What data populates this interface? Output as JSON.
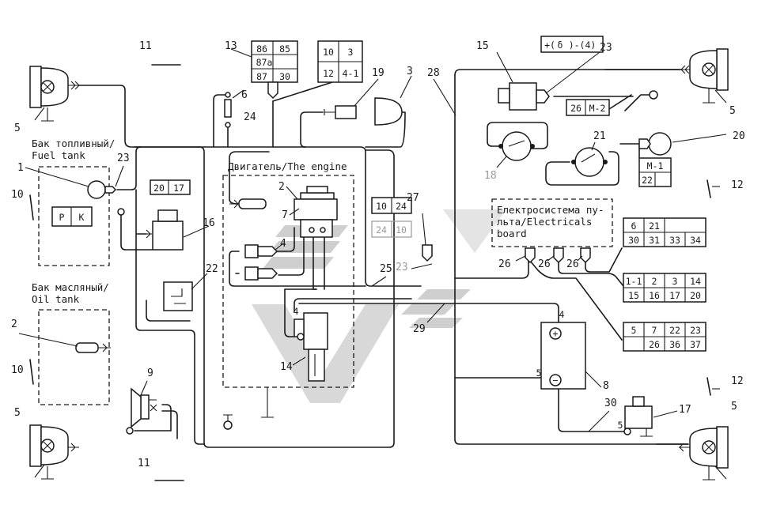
{
  "labels": {
    "fuel_tank": [
      "Бак топливный/",
      "Fuel tank"
    ],
    "oil_tank": [
      "Бак масляный/",
      "Oil tank"
    ],
    "engine": "Двигатель/The engine",
    "electrical_board": [
      "Електросистема пу-",
      "льта/Electricals",
      "board"
    ]
  },
  "connectors": {
    "relay_86": "86",
    "relay_85": "85",
    "relay_87a": "87a",
    "relay_87": "87",
    "relay_30": "30",
    "c24_10": "10",
    "c24_3": "3",
    "c24_12": "12",
    "c24_41": "4-1",
    "top_plus": "+(",
    "top_sym": "δ",
    "top_minus": ")-(4)",
    "c15_26": "26",
    "c15_m2": "M-2",
    "c20_m1": "M-1",
    "c20_22": "22",
    "fuel_20": "20",
    "fuel_17": "17",
    "tankP": "P",
    "tankK": "K",
    "c27_10": "10",
    "c27_24": "24",
    "c23_24": "24",
    "c23_10": "10",
    "b1_6": "6",
    "b1_21": "21",
    "b1_30": "30",
    "b1_31": "31",
    "b1_33": "33",
    "b1_34": "34",
    "b2_11": "1-1",
    "b2_2": "2",
    "b2_3": "3",
    "b2_14": "14",
    "b2_15": "15",
    "b2_16": "16",
    "b2_17": "17",
    "b2_20": "20",
    "b3_5": "5",
    "b3_7": "7",
    "b3_22": "22",
    "b3_23": "23",
    "b3_26": "26",
    "b3_36": "36",
    "b3_37": "37",
    "batt_4": "4",
    "batt_5": "5",
    "batt_plus": "+",
    "batt_minus": "−",
    "mass_5": "5",
    "starter_4": "4"
  },
  "callouts": {
    "n1": "1",
    "n2a": "2",
    "n2b": "2",
    "n3": "3",
    "n4": "4",
    "n5a": "5",
    "n5b": "5",
    "n5c": "5",
    "n5d": "5",
    "n6": "6",
    "n7": "7",
    "n8": "8",
    "n9": "9",
    "n10a": "10",
    "n10b": "10",
    "n11a": "11",
    "n11b": "11",
    "n12a": "12",
    "n12b": "12",
    "n13": "13",
    "n14": "14",
    "n15": "15",
    "n16": "16",
    "n17": "17",
    "n18": "18",
    "n19": "19",
    "n20": "20",
    "n21": "21",
    "n22": "22",
    "n23a": "23",
    "n23b": "23",
    "n23c": "23",
    "n24": "24",
    "n25": "25",
    "n26a": "26",
    "n26b": "26",
    "n26c": "26",
    "n27": "27",
    "n28": "28",
    "n29": "29",
    "n30": "30"
  }
}
